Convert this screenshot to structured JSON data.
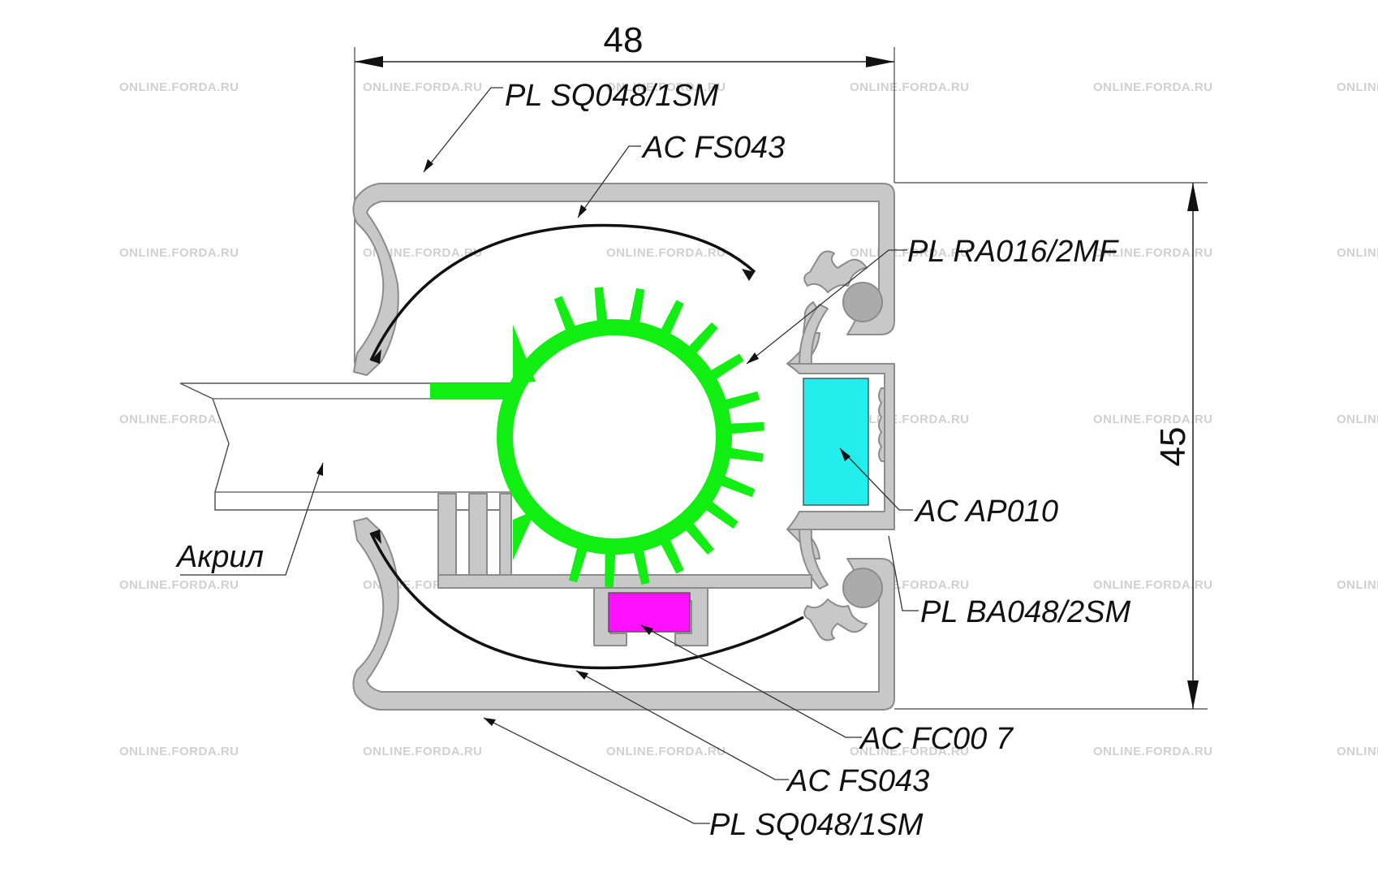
{
  "dimensions": {
    "width": "48",
    "height": "45"
  },
  "labels": {
    "top_profile": "PL SQ048/1SM",
    "top_flex": "AC FS043",
    "clip": "PL RA016/2MF",
    "led_module": "AC AP010",
    "base_profile": "PL BA048/2SM",
    "magnet": "AC FC00 7",
    "bottom_flex": "AC FS043",
    "bottom_profile": "PL SQ048/1SM",
    "acrylic": "Акрил"
  },
  "watermark": "ONLINE.FORDA.RU",
  "colors": {
    "aluminium": "#c8c8c8",
    "heatsink": "#11ee11",
    "led_module": "#22eeee",
    "magnet": "#ff11ff",
    "line": "#111111"
  }
}
